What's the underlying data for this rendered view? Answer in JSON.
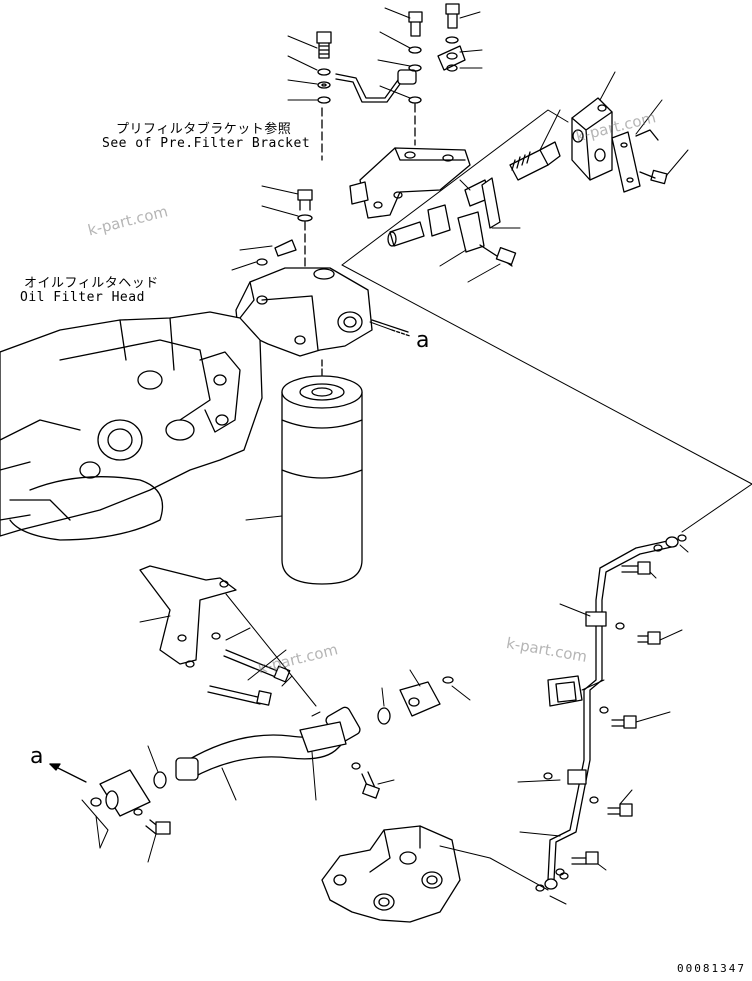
{
  "labels": {
    "prefilter_jp": "プリフィルタブラケット参照",
    "prefilter_en": "See of Pre.Filter Bracket",
    "oilhead_jp": "オイルフィルタヘッド",
    "oilhead_en": "Oil Filter Head",
    "ref_a_right": "a",
    "ref_a_left": "a"
  },
  "watermark": "k-part.com",
  "document_number": "00081347"
}
